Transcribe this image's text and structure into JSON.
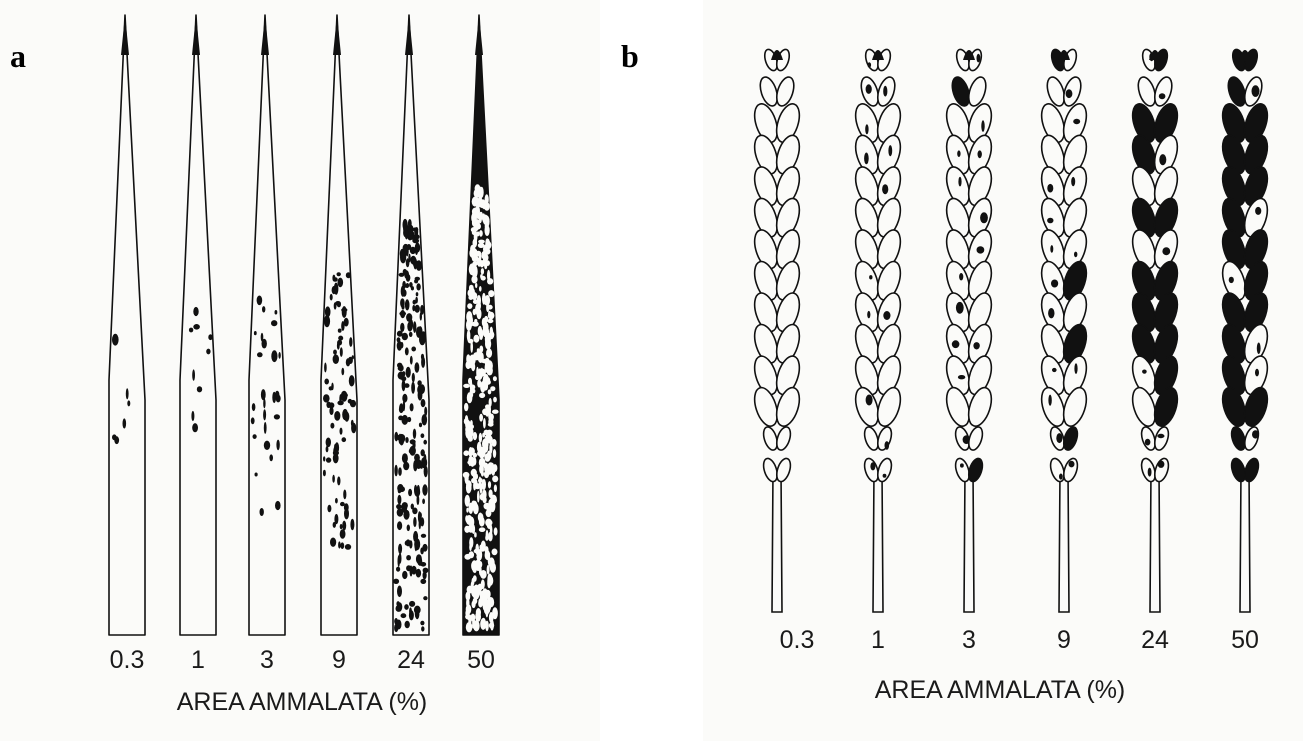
{
  "panels": [
    {
      "letter": "a",
      "subject": "leaf",
      "severities": [
        "0.3",
        "1",
        "3",
        "9",
        "24",
        "50"
      ],
      "severity_fractions": [
        0.003,
        0.01,
        0.03,
        0.09,
        0.24,
        0.5
      ],
      "axis_title": "AREA AMMALATA (%)"
    },
    {
      "letter": "b",
      "subject": "ear",
      "severities": [
        "0.3",
        "1",
        "3",
        "9",
        "24",
        "50"
      ],
      "severity_fractions": [
        0.003,
        0.01,
        0.03,
        0.09,
        0.24,
        0.5
      ],
      "axis_title": "AREA AMMALATA (%)"
    }
  ],
  "colors": {
    "ink": "#111111",
    "paper": "#fbfbf9"
  }
}
